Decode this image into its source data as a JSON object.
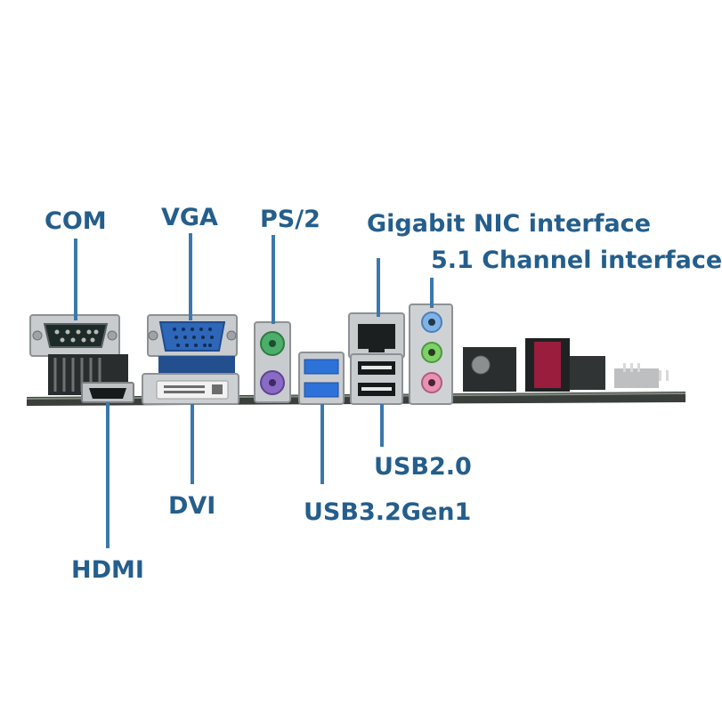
{
  "colors": {
    "label_text": "#245e8c",
    "leader_line": "#3a78ad",
    "pcb": "#3b3f3b",
    "metal": "#c9cccf",
    "vga_blue": "#2e66b8",
    "ps2_green": "#4cae6a",
    "ps2_purple": "#8a6ac4",
    "usb3_blue": "#2d72d9",
    "audio_blue": "#7fb3e6",
    "audio_green": "#7fd06a",
    "audio_pink": "#e892b2"
  },
  "labels": {
    "com": "COM",
    "vga": "VGA",
    "ps2": "PS/2",
    "gigabit_nic": "Gigabit NIC interface",
    "channel_51": "5.1 Channel interface",
    "usb20": "USB2.0",
    "usb32": "USB3.2Gen1",
    "dvi": "DVI",
    "hdmi": "HDMI"
  }
}
